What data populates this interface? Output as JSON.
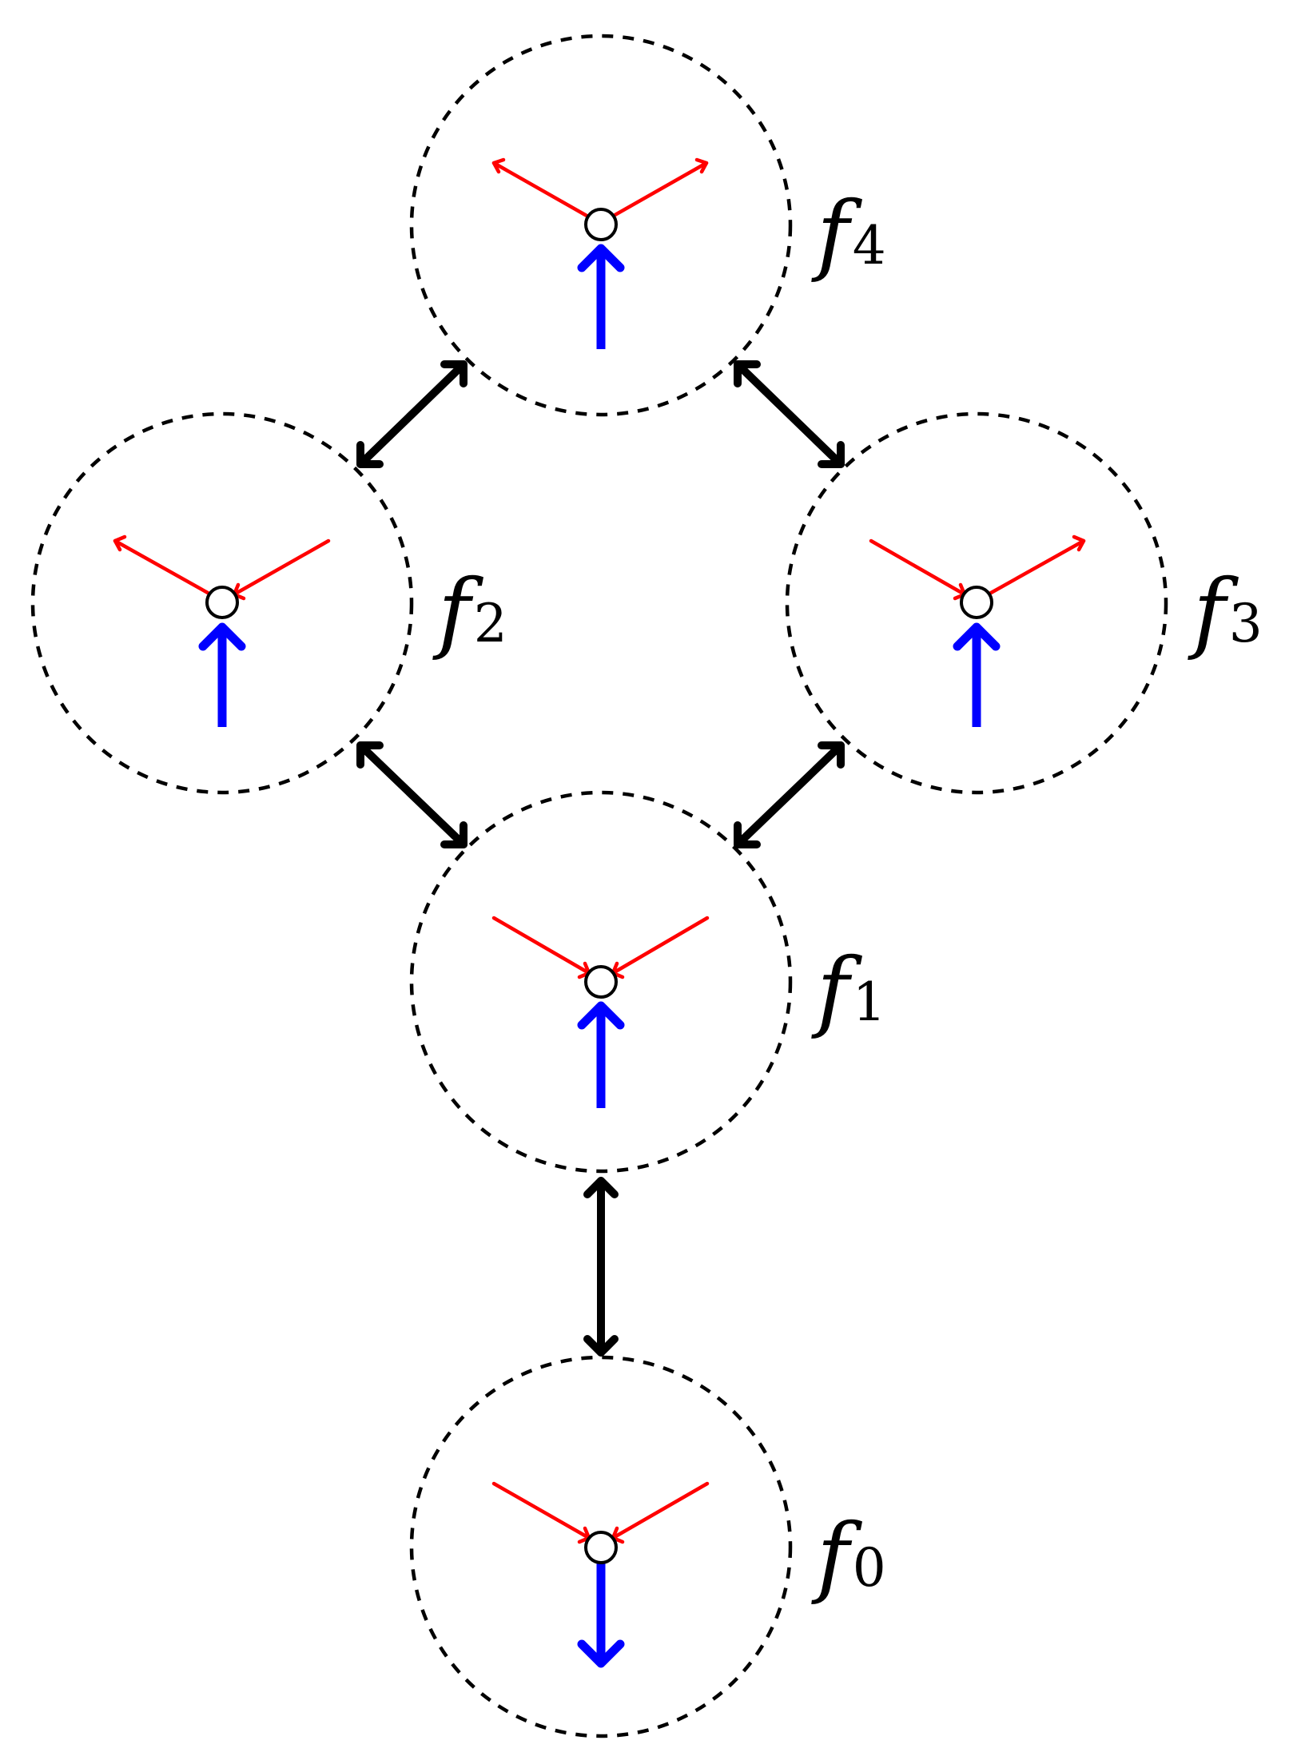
{
  "diagram": {
    "colors": {
      "ring": "#000000",
      "link": "#000000",
      "local_arrows": "#ff0000",
      "vertical_arrow": "#0000ff",
      "node_fill": "#ffffff"
    },
    "modules": [
      {
        "id": "f0",
        "label": "f",
        "subscript": "0",
        "local_arrows": "inward",
        "vertical_arrow": "down"
      },
      {
        "id": "f1",
        "label": "f",
        "subscript": "1",
        "local_arrows": "inward",
        "vertical_arrow": "up"
      },
      {
        "id": "f2",
        "label": "f",
        "subscript": "2",
        "local_arrows": "mixed",
        "vertical_arrow": "up"
      },
      {
        "id": "f3",
        "label": "f",
        "subscript": "3",
        "local_arrows": "mixed",
        "vertical_arrow": "up"
      },
      {
        "id": "f4",
        "label": "f",
        "subscript": "4",
        "local_arrows": "outward",
        "vertical_arrow": "up"
      }
    ],
    "links": [
      {
        "from": "f0",
        "to": "f1",
        "style": "double-headed"
      },
      {
        "from": "f1",
        "to": "f2",
        "style": "double-headed"
      },
      {
        "from": "f1",
        "to": "f3",
        "style": "double-headed"
      },
      {
        "from": "f2",
        "to": "f4",
        "style": "double-headed"
      },
      {
        "from": "f3",
        "to": "f4",
        "style": "double-headed"
      }
    ]
  }
}
